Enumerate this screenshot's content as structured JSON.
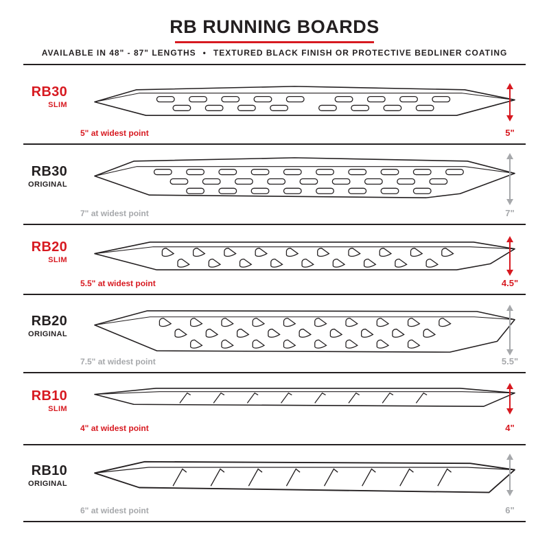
{
  "header": {
    "title": "RB RUNNING BOARDS",
    "subtitle_left": "AVAILABLE IN 48\" - 87\" LENGTHS",
    "bullet": "•",
    "subtitle_right": "TEXTURED BLACK FINISH OR PROTECTIVE BEDLINER COATING"
  },
  "colors": {
    "accent_red": "#d71920",
    "inactive_gray": "#a6a8ab",
    "ink_black": "#231f20"
  },
  "rows": [
    {
      "model": "RB30",
      "variant": "SLIM",
      "style": "slim",
      "width_label": "5\" at widest point",
      "height_label": "5\"",
      "hole_type": "oval-slots"
    },
    {
      "model": "RB30",
      "variant": "ORIGINAL",
      "style": "original",
      "width_label": "7\" at widest point",
      "height_label": "7\"",
      "hole_type": "oval-slots"
    },
    {
      "model": "RB20",
      "variant": "SLIM",
      "style": "slim",
      "width_label": "5.5\" at widest point",
      "height_label": "4.5\"",
      "hole_type": "teardrop-holes"
    },
    {
      "model": "RB20",
      "variant": "ORIGINAL",
      "style": "original",
      "width_label": "7.5\" at widest point",
      "height_label": "5.5\"",
      "hole_type": "teardrop-holes"
    },
    {
      "model": "RB10",
      "variant": "SLIM",
      "style": "slim",
      "width_label": "4\" at widest point",
      "height_label": "4\"",
      "hole_type": "slash-marks"
    },
    {
      "model": "RB10",
      "variant": "ORIGINAL",
      "style": "original",
      "width_label": "6\" at widest point",
      "height_label": "6\"",
      "hole_type": "slash-marks"
    }
  ]
}
